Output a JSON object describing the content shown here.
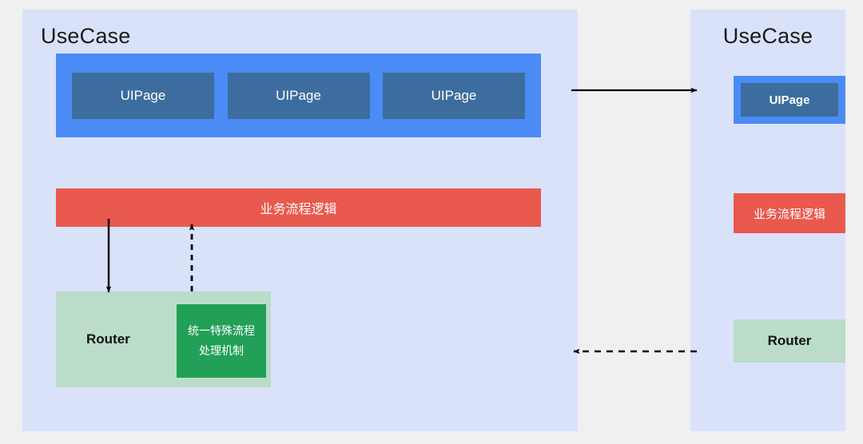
{
  "diagram": {
    "background_color": "#f0f0f0",
    "panel_color": "#dae2f9",
    "accent_blue": "#4a8bf5",
    "uipage_color": "#3d6d9e",
    "logic_color": "#e9594e",
    "router_color": "#badcc8",
    "special_flow_color": "#22a057",
    "connector_color": "#000000"
  },
  "left_panel": {
    "title": "UseCase",
    "uipages": [
      {
        "label": "UIPage"
      },
      {
        "label": "UIPage"
      },
      {
        "label": "UIPage"
      }
    ],
    "logic_bar": {
      "label": "业务流程逻辑"
    },
    "router": {
      "label": "Router",
      "special_flow": {
        "line1": "统一特殊流程",
        "line2": "处理机制"
      }
    }
  },
  "right_panel": {
    "title": "UseCase",
    "uipages": [
      {
        "label": "UIPage"
      }
    ],
    "logic_bar": {
      "label": "业务流程逻辑"
    },
    "router": {
      "label": "Router"
    }
  },
  "connectors": [
    {
      "name": "uipage-to-uipage",
      "style": "solid",
      "direction": "right"
    },
    {
      "name": "router-to-router",
      "style": "dashed",
      "direction": "left"
    },
    {
      "name": "logic-to-router",
      "style": "solid",
      "direction": "down"
    },
    {
      "name": "special-flow-to-logic",
      "style": "dashed",
      "direction": "up"
    }
  ]
}
